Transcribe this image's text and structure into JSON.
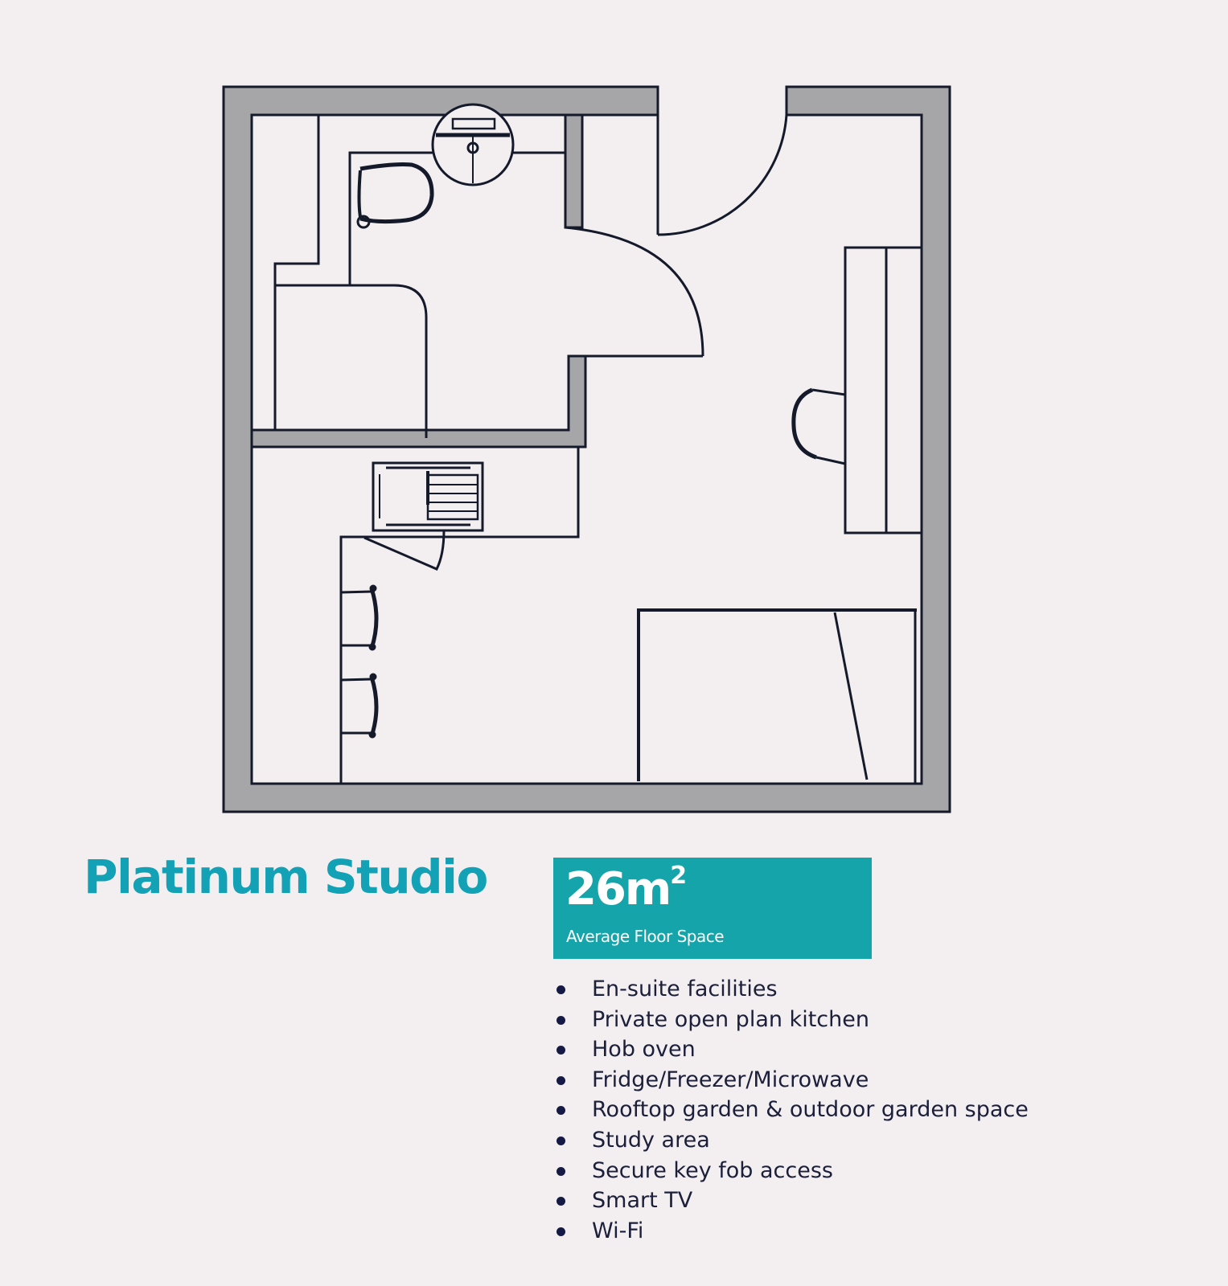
{
  "title": "Platinum Studio",
  "area": {
    "value": "26m",
    "unit_superscript": "2",
    "label": "Average Floor Space"
  },
  "features": [
    "En-suite facilities",
    "Private open plan kitchen",
    "Hob oven",
    "Fridge/Freezer/Microwave",
    "Rooftop garden & outdoor garden space",
    "Study area",
    "Secure key fob access",
    "Smart TV",
    "Wi-Fi"
  ],
  "colors": {
    "background": "#f3eff1",
    "wall_fill": "#a6a6a8",
    "line": "#151a2a",
    "accent": "#14a4aa",
    "title": "#13a1b5",
    "bullet_text": "#1c1f3a"
  },
  "floorplan": {
    "elements": [
      "exterior-walls",
      "entrance-door",
      "ensuite-bathroom",
      "toilet",
      "wash-basin",
      "shower",
      "bathroom-door",
      "kitchen-counter",
      "kitchen-sink",
      "oven-door",
      "bar-stools",
      "desk",
      "wardrobe",
      "desk-chair",
      "bed"
    ]
  }
}
